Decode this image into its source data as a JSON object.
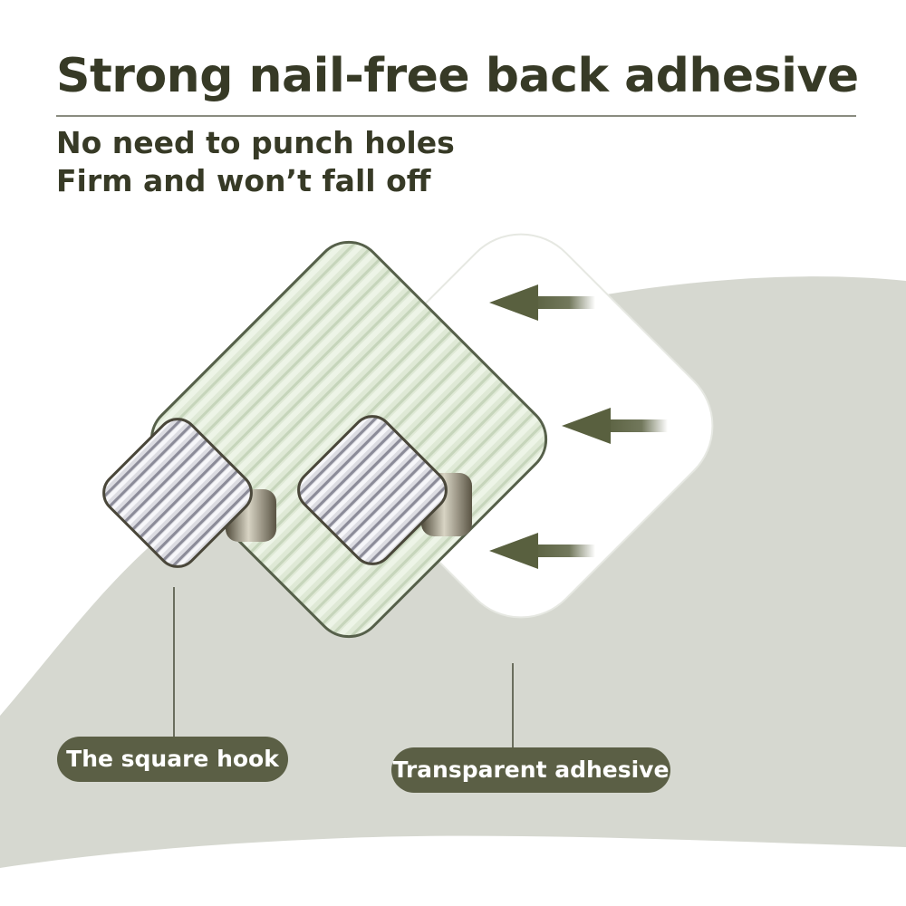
{
  "headline": "Strong nail-free back adhesive",
  "subline_1": "No need to punch holes",
  "subline_2": "Firm and won’t fall off",
  "labels": {
    "hook": "The square hook",
    "adhesive": "Transparent adhesive"
  },
  "colors": {
    "text": "#373a26",
    "label_background": "#5b5f45",
    "backdrop": "#d6d8d0",
    "plate": "#dbe6d2",
    "arrow": "#59603f"
  },
  "icons": [
    "left-arrow-icon",
    "left-arrow-icon",
    "left-arrow-icon"
  ]
}
